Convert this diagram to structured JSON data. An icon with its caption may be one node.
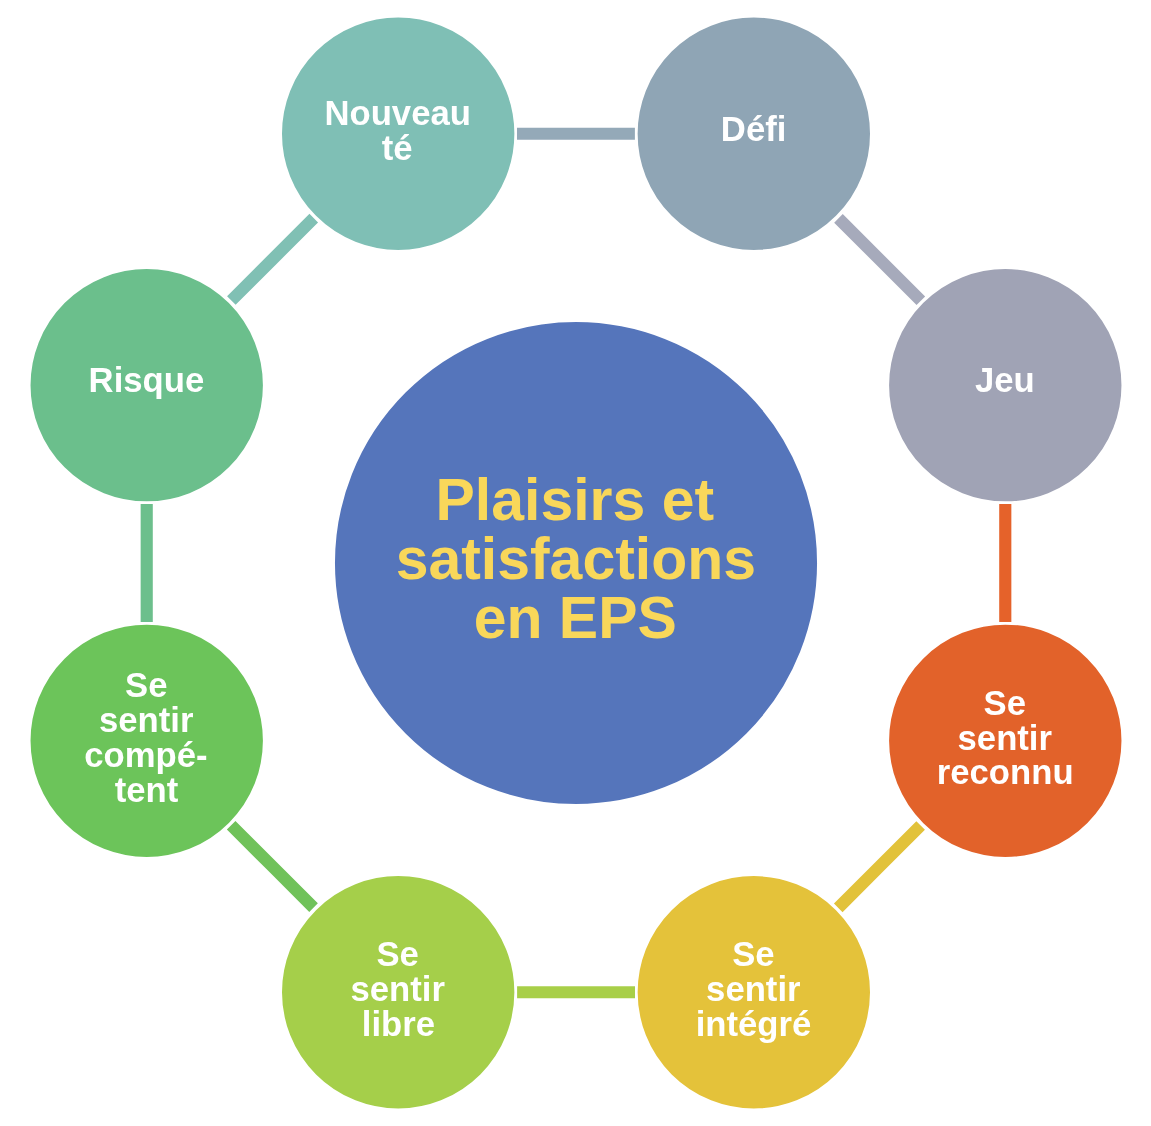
{
  "diagram": {
    "nodes": [
      {
        "text": [
          "Plaisirs et satisfactions en EPS"
        ]
      },
      {
        "text": [
          "Jeu"
        ]
      },
      {
        "text": [
          "Défi"
        ]
      },
      {
        "text": [
          "Nouveau té"
        ]
      },
      {
        "text": [
          "Risque"
        ]
      },
      {
        "text": [
          "Se sentir compé- tent"
        ]
      },
      {
        "text": [
          "Se sentir libre"
        ]
      },
      {
        "text": [
          "Se sentir intégré"
        ]
      },
      {
        "text": [
          "Se sentir reconnu"
        ]
      }
    ],
    "edges": [
      {
        "from": 1,
        "to": 2,
        "arrow": "none",
        "color": "#a6aabb"
      },
      {
        "from": 2,
        "to": 3,
        "arrow": "none",
        "color": "#94a9b8"
      },
      {
        "from": 3,
        "to": 4,
        "arrow": "none",
        "color": "#80c0b4"
      },
      {
        "from": 4,
        "to": 5,
        "arrow": "none",
        "color": "#6cbf8c"
      },
      {
        "from": 5,
        "to": 6,
        "arrow": "none",
        "color": "#70c25a"
      },
      {
        "from": 6,
        "to": 7,
        "arrow": "none",
        "color": "#a8cf48"
      },
      {
        "from": 7,
        "to": 8,
        "arrow": "none",
        "color": "#e2c23a"
      },
      {
        "from": 8,
        "to": 1,
        "arrow": "none",
        "color": "#e5622a"
      }
    ]
  }
}
